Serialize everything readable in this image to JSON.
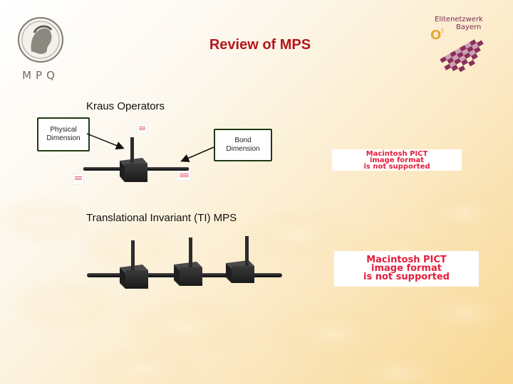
{
  "slide": {
    "title": "Review of MPS",
    "heading_kraus": "Kraus Operators",
    "heading_ti": "Translational Invariant (TI) MPS",
    "label_physical": [
      "Physical",
      "Dimension"
    ],
    "label_bond": [
      "Bond",
      "Dimension"
    ],
    "pict_placeholder": [
      "Macintosh PICT",
      "image format",
      "is not supported"
    ]
  },
  "logos": {
    "mpq_text": "MPQ",
    "elite_line1": "Elitenetzwerk",
    "elite_line2": "Bayern"
  },
  "colors": {
    "title_red": "#b5151b",
    "box_border": "#1f3b12",
    "pict_red": "#e31d3b",
    "tensor_dark": "#2a2a2a",
    "elite_purple": "#7b2a52",
    "elite_orange": "#e8a53b"
  }
}
